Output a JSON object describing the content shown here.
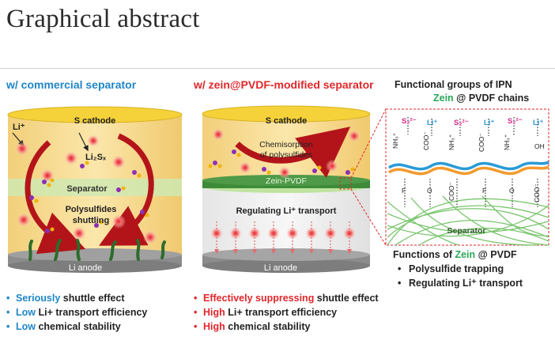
{
  "heading": "Graphical abstract",
  "left": {
    "subtitle": "w/ commercial separator",
    "cathode": "S cathode",
    "li_ion": "Li⁺",
    "li2s": "Li₂Sₓ",
    "separator": "Separator",
    "shuttle_line1": "Polysulfides",
    "shuttle_line2": "shuttling",
    "anode": "Li anode",
    "bullets": [
      {
        "highlight": "Seriously",
        "rest": " shuttle effect"
      },
      {
        "highlight": "Low",
        "rest": " Li+ transport efficiency"
      },
      {
        "highlight": "Low",
        "rest": " chemical stability"
      }
    ]
  },
  "middle": {
    "subtitle": "w/ zein@PVDF-modified separator",
    "cathode": "S cathode",
    "chemi_line1": "Chemisorption",
    "chemi_line2": "of polysulfides",
    "separator": "Zein-PVDF",
    "transport": "Regulating Li⁺ transport",
    "anode": "Li anode",
    "bullets": [
      {
        "highlight": "Effectively suppressing",
        "rest": " shuttle effect"
      },
      {
        "highlight": "High",
        "rest": " Li+ transport efficiency"
      },
      {
        "highlight": "High",
        "rest": " chemical stability"
      }
    ]
  },
  "right": {
    "title": "Functional groups  of IPN",
    "sub_zein": "Zein",
    "sub_rest": " @ PVDF chains",
    "s2": "S₂²⁻",
    "li": "Li⁺",
    "nh3": "NH₃⁺",
    "coo": "COO⁻",
    "oh": "OH",
    "f": "F",
    "o": "O",
    "separator": "Separator",
    "functions_prefix": "Functions of ",
    "functions_zein": "Zein",
    "functions_suffix": " @ PVDF",
    "functions": [
      "Polysulfide trapping",
      "Regulating Li⁺ transport"
    ]
  },
  "colors": {
    "blue": "#1f86c7",
    "red": "#e2262a",
    "green": "#2aa85a",
    "cathode_yellow": "#f5d23a",
    "separator_green": "#bfe3a0"
  }
}
